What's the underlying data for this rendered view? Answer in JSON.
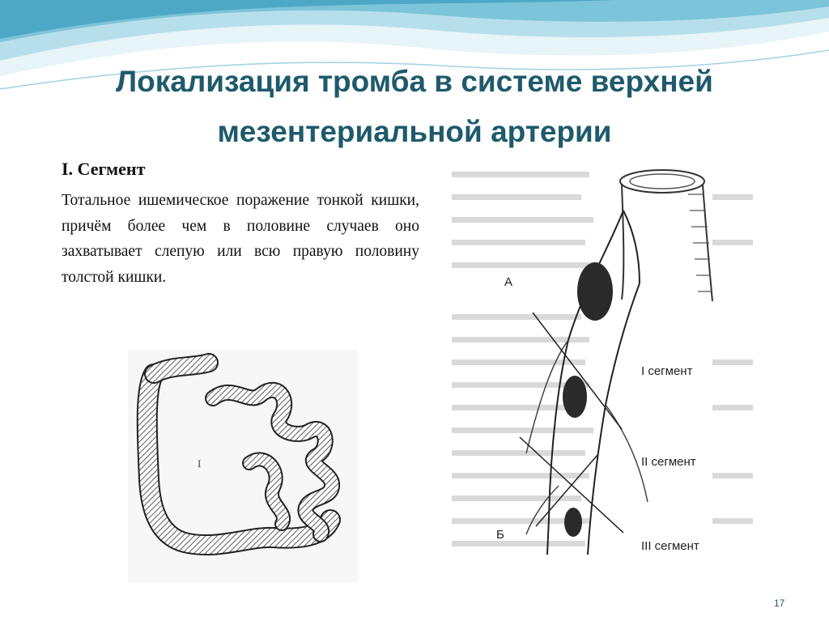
{
  "slide": {
    "title_line1": "Локализация тромба в системе верхней",
    "title_line2": "мезентериальной артерии",
    "segment_heading": "I. Сегмент",
    "body": "Тотальное ишемическое поражение тонкой кишки, причём более чем в половине случаев оно захватывает слепую или всю правую половину толстой кишки.",
    "page_number": "17"
  },
  "figure": {
    "label_a": "А",
    "label_b": "Б",
    "segment_1": "I сегмент",
    "segment_2": "II сегмент",
    "segment_3": "III сегмент",
    "intestine_mark": "I"
  },
  "colors": {
    "title": "#1e5a6b",
    "wave_light": "#cfeaf2",
    "wave_mid": "#7cc4d9",
    "wave_dark": "#3d9fbf"
  }
}
